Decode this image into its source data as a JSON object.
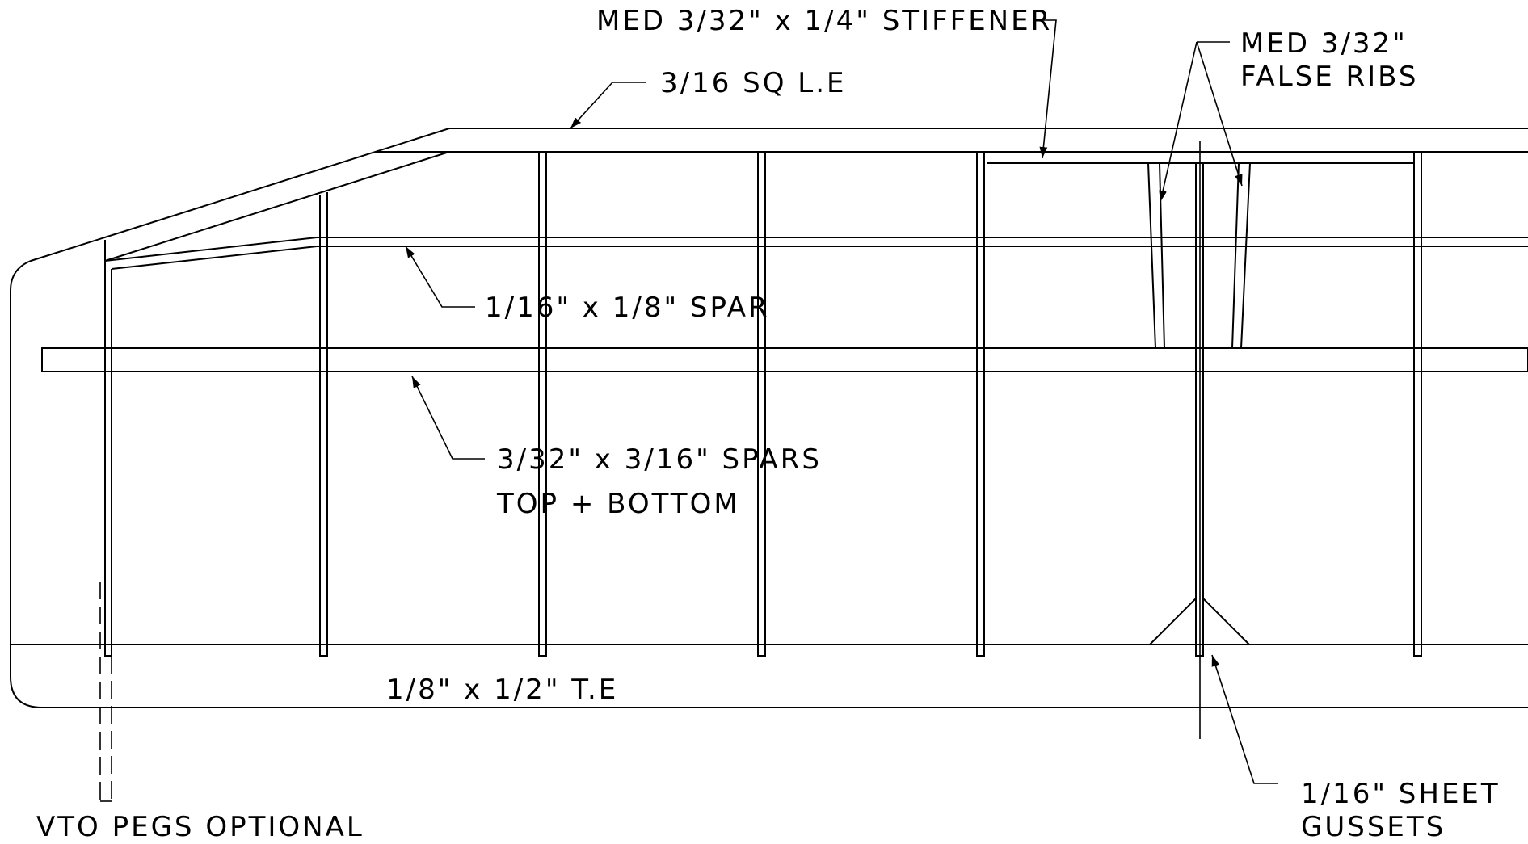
{
  "diagram": {
    "labels": {
      "stiffener": "MED 3/32\" x 1/4\" STIFFENER",
      "false_ribs_1": "MED 3/32\"",
      "false_ribs_2": "FALSE RIBS",
      "leading_edge": "3/16 SQ L.E",
      "spar_small": "1/16\" x 1/8\" SPAR",
      "spars_main_1": "3/32\" x 3/16\" SPARS",
      "spars_main_2": "TOP + BOTTOM",
      "trailing_edge": "1/8\" x 1/2\" T.E",
      "gussets_1": "1/16\" SHEET",
      "gussets_2": "GUSSETS",
      "vto_pegs": "VTO PEGS OPTIONAL"
    }
  }
}
